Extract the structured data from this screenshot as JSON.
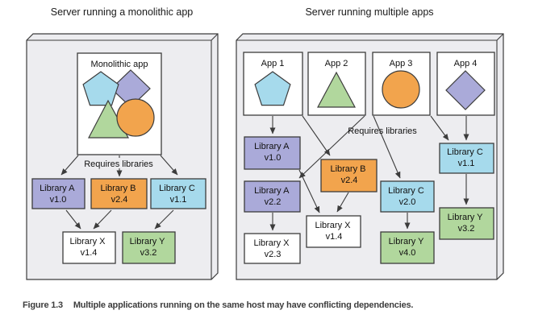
{
  "colors": {
    "lavender": "#aaaad9",
    "orange": "#f2a44d",
    "blue": "#a6daec",
    "green": "#b1d79d",
    "white": "#ffffff",
    "server": "#ededf0",
    "line": "#3c3c3c"
  },
  "left_panel": {
    "title": "Server running a monolithic app",
    "app_label": "Monolithic app",
    "requires_label": "Requires libraries",
    "shapes": [
      "pentagon",
      "diamond",
      "triangle",
      "circle"
    ],
    "libraries": [
      {
        "name": "Library A",
        "version": "v1.0"
      },
      {
        "name": "Library B",
        "version": "v2.4"
      },
      {
        "name": "Library C",
        "version": "v1.1"
      },
      {
        "name": "Library X",
        "version": "v1.4"
      },
      {
        "name": "Library Y",
        "version": "v3.2"
      }
    ]
  },
  "right_panel": {
    "title": "Server running multiple apps",
    "requires_label": "Requires libraries",
    "apps": [
      {
        "label": "App 1",
        "shape": "pentagon"
      },
      {
        "label": "App 2",
        "shape": "triangle"
      },
      {
        "label": "App 3",
        "shape": "circle"
      },
      {
        "label": "App 4",
        "shape": "diamond"
      }
    ],
    "libraries": [
      {
        "name": "Library A",
        "version": "v1.0"
      },
      {
        "name": "Library A",
        "version": "v2.2"
      },
      {
        "name": "Library X",
        "version": "v2.3"
      },
      {
        "name": "Library B",
        "version": "v2.4"
      },
      {
        "name": "Library X",
        "version": "v1.4"
      },
      {
        "name": "Library C",
        "version": "v2.0"
      },
      {
        "name": "Library Y",
        "version": "v4.0"
      },
      {
        "name": "Library C",
        "version": "v1.1"
      },
      {
        "name": "Library Y",
        "version": "v3.2"
      }
    ]
  },
  "caption": {
    "label": "Figure 1.3",
    "text": "Multiple applications running on the same host may have conflicting dependencies."
  }
}
